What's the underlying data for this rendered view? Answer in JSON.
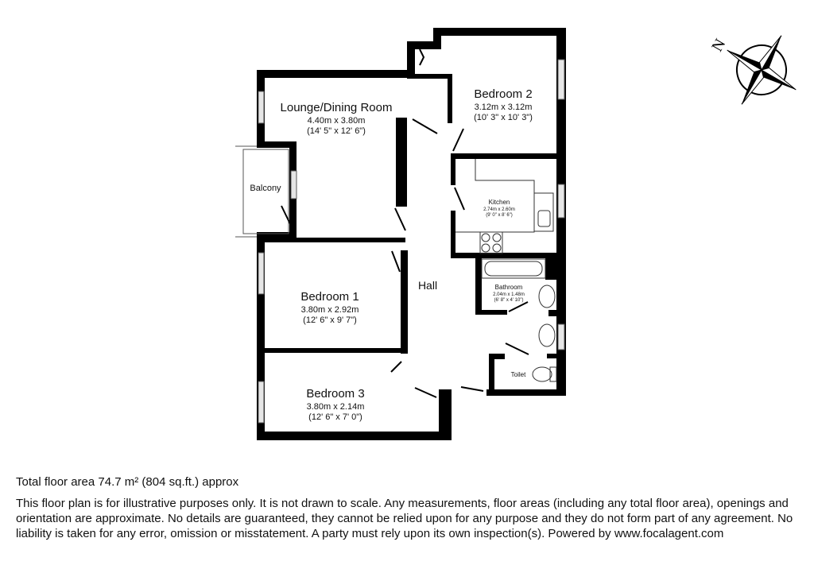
{
  "rooms": {
    "lounge": {
      "name": "Lounge/Dining Room",
      "metric": "4.40m x 3.80m",
      "imperial": "(14' 5\" x 12' 6\")"
    },
    "bedroom2": {
      "name": "Bedroom 2",
      "metric": "3.12m x 3.12m",
      "imperial": "(10' 3\" x 10' 3\")"
    },
    "kitchen": {
      "name": "Kitchen",
      "metric": "2.74m x 2.60m",
      "imperial": "(9' 0\" x 8' 6\")"
    },
    "bathroom": {
      "name": "Bathroom",
      "metric": "2.04m x 1.48m",
      "imperial": "(6' 8\" x 4' 10\")"
    },
    "bedroom1": {
      "name": "Bedroom 1",
      "metric": "3.80m x 2.92m",
      "imperial": "(12' 6\" x 9' 7\")"
    },
    "bedroom3": {
      "name": "Bedroom 3",
      "metric": "3.80m x 2.14m",
      "imperial": "(12' 6\" x 7' 0\")"
    },
    "balcony": {
      "name": "Balcony"
    },
    "hall": {
      "name": "Hall"
    },
    "toilet": {
      "name": "Toilet"
    }
  },
  "compass": {
    "label": "N",
    "icon": "compass-rose-icon"
  },
  "footer": {
    "area": "Total floor area 74.7 m² (804 sq.ft.) approx",
    "disclaimer": "This floor plan is for illustrative purposes only. It is not drawn to scale. Any measurements, floor areas (including any total floor area), openings and orientation are approximate. No details are guaranteed, they cannot be relied upon for any purpose and they do not form part of any agreement. No liability is taken for any error, omission or misstatement. A party must rely upon its own inspection(s). Powered by www.focalagent.com"
  },
  "colors": {
    "wall": "#000000",
    "window": "#e6e6e6"
  }
}
